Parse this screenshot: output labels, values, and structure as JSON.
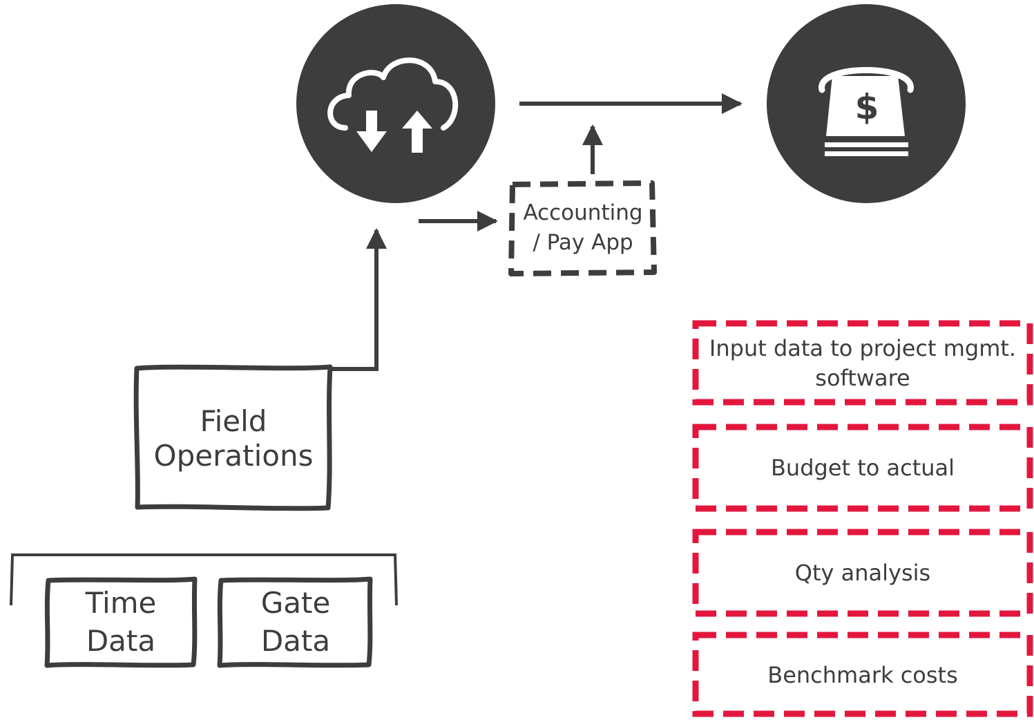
{
  "nodes": {
    "field_operations": "Field\nOperations",
    "time_data": "Time\nData",
    "gate_data": "Gate\nData",
    "accounting": "Accounting\n/ Pay App"
  },
  "icons": {
    "cloud": "cloud-sync-icon",
    "payment": "cash-payment-icon",
    "currency_symbol": "$"
  },
  "outputs": [
    "Input data to project mgmt. software",
    "Budget to actual",
    "Qty analysis",
    "Benchmark costs"
  ],
  "colors": {
    "dark": "#3d3d3d",
    "accent_red": "#e3173e"
  }
}
